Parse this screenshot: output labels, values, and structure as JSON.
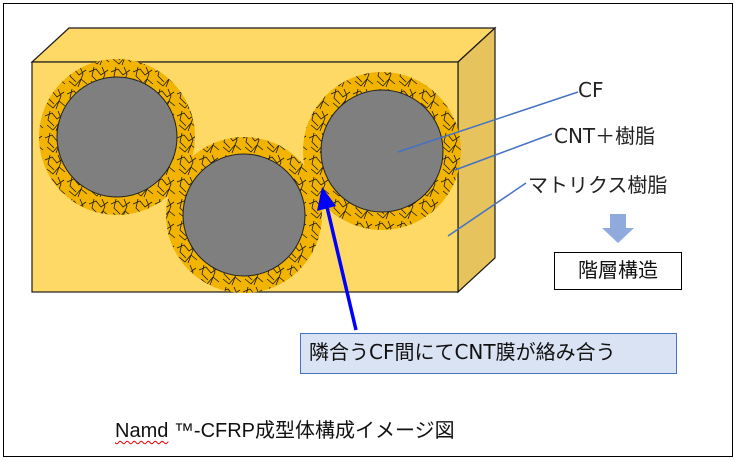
{
  "diagram": {
    "labels": {
      "cf": "CF",
      "cnt_resin": "CNT＋樹脂",
      "matrix_resin": "マトリクス樹脂",
      "hierarchical": "階層構造"
    },
    "callout": "隣合うCF間にてCNT膜が絡み合う",
    "caption": {
      "brand": "Namd",
      "rest": " ™-CFRP成型体構成イメージ図"
    },
    "colors": {
      "matrix": "#ffd966",
      "matrix_side": "#e6c35c",
      "cnt_layer": "#f2b400",
      "fiber": "#7f7f7f",
      "leader": "#4472c4",
      "arrow": "#0000ff",
      "down_arrow": "#8faadc"
    }
  }
}
